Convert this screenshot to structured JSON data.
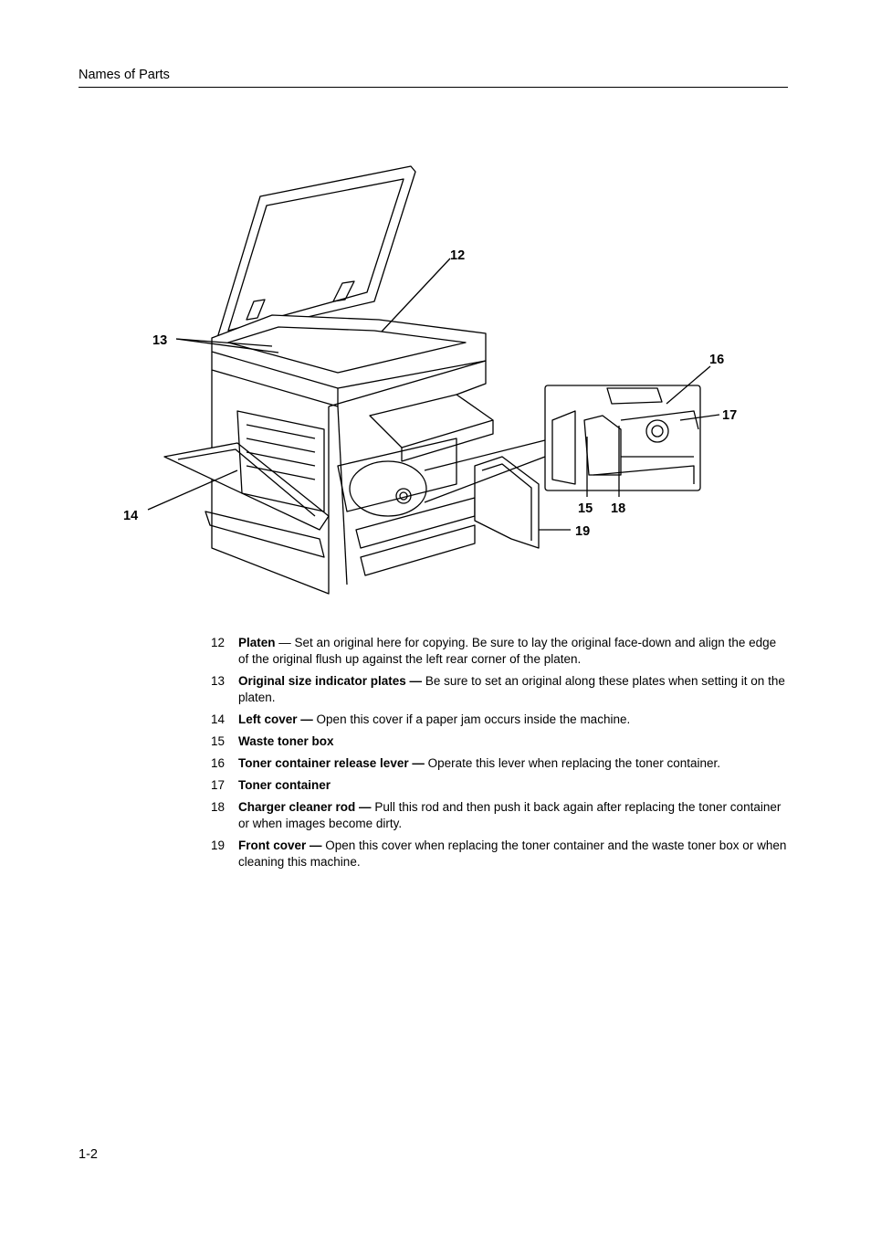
{
  "header": {
    "title": "Names of Parts"
  },
  "figure": {
    "callouts": {
      "c12": "12",
      "c13": "13",
      "c14": "14",
      "c15": "15",
      "c16": "16",
      "c17": "17",
      "c18": "18",
      "c19": "19"
    }
  },
  "items": [
    {
      "num": "12",
      "term": "Platen",
      "sep": " — ",
      "text": "Set an original here for copying. Be sure to lay the original face-down and align the edge of the original flush up against the left rear corner of the platen."
    },
    {
      "num": "13",
      "term": "Original size indicator plates —",
      "sep": " ",
      "text": "Be sure to set an original along these plates when setting it on the platen."
    },
    {
      "num": "14",
      "term": " Left cover —",
      "sep": " ",
      "text": "Open this cover if a paper jam occurs inside the machine."
    },
    {
      "num": "15",
      "term": " Waste toner box",
      "sep": "",
      "text": ""
    },
    {
      "num": "16",
      "term": "Toner container release lever —",
      "sep": " ",
      "text": "Operate this lever when replacing the toner container."
    },
    {
      "num": "17",
      "term": "Toner container",
      "sep": "",
      "text": ""
    },
    {
      "num": "18",
      "term": "Charger cleaner rod —",
      "sep": " ",
      "text": "Pull this rod and then push it back again after replacing the toner container or when images become dirty."
    },
    {
      "num": "19",
      "term": "Front cover —",
      "sep": " ",
      "text": "Open this cover when replacing the toner container and the waste toner box or when cleaning this machine."
    }
  ],
  "footer": {
    "page_number": "1-2"
  }
}
